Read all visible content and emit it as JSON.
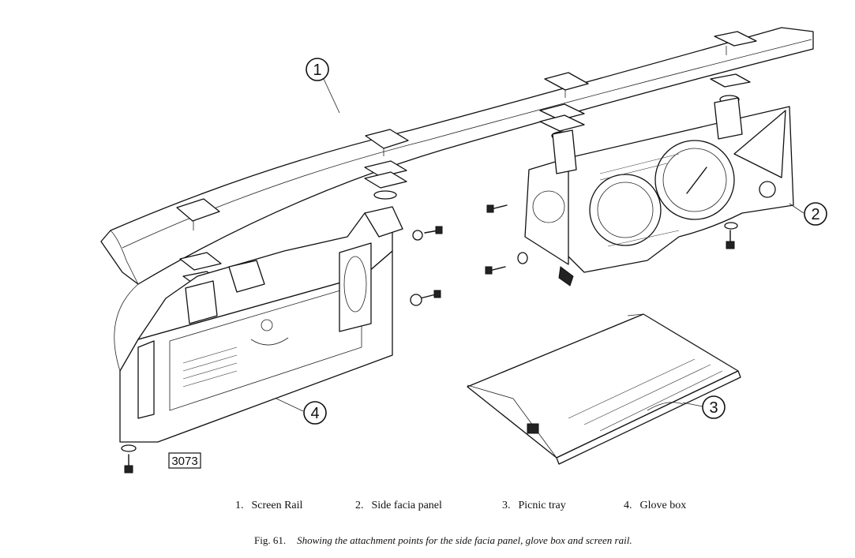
{
  "figure": {
    "callouts": [
      {
        "number": "1",
        "label": "Screen Rail"
      },
      {
        "number": "2",
        "label": "Side facia panel"
      },
      {
        "number": "3",
        "label": "Picnic tray"
      },
      {
        "number": "4",
        "label": "Glove box"
      }
    ],
    "reference_code": "3073"
  },
  "legend": [
    {
      "num": "1.",
      "label": "Screen Rail"
    },
    {
      "num": "2.",
      "label": "Side facia panel"
    },
    {
      "num": "3.",
      "label": "Picnic tray"
    },
    {
      "num": "4.",
      "label": "Glove box"
    }
  ],
  "caption": {
    "fig_label": "Fig. 61.",
    "text": "Showing the attachment points for the side facia panel, glove box and screen rail."
  }
}
